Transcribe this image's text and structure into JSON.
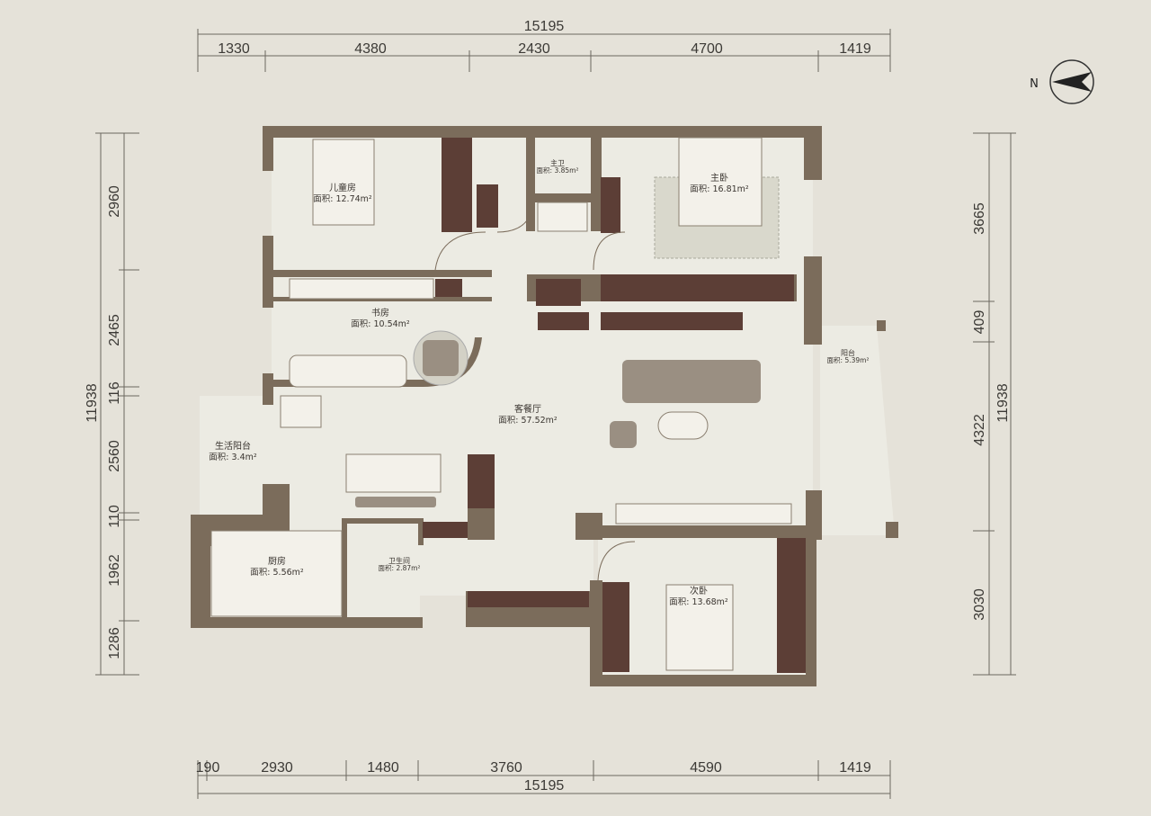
{
  "dimensions": {
    "top_total": "15195",
    "top": [
      "1330",
      "4380",
      "2430",
      "4700",
      "1419"
    ],
    "bottom_total": "15195",
    "bottom": [
      "190",
      "2930",
      "1480",
      "3760",
      "4590",
      "1419"
    ],
    "left_total": "11938",
    "left": [
      "2960",
      "2465",
      "116",
      "2560",
      "110",
      "1962",
      "1286"
    ],
    "right_total": "11938",
    "right": [
      "3665",
      "409",
      "4322",
      "3030"
    ]
  },
  "compass": {
    "label": "N"
  },
  "rooms": [
    {
      "name": "儿童房",
      "area": "面积: 12.74m²"
    },
    {
      "name": "主卫",
      "area": "面积: 3.85m²"
    },
    {
      "name": "主卧",
      "area": "面积: 16.81m²"
    },
    {
      "name": "书房",
      "area": "面积: 10.54m²"
    },
    {
      "name": "阳台",
      "area": "面积: 5.39m²"
    },
    {
      "name": "客餐厅",
      "area": "面积: 57.52m²"
    },
    {
      "name": "生活阳台",
      "area": "面积: 3.4m²"
    },
    {
      "name": "厨房",
      "area": "面积: 5.56m²"
    },
    {
      "name": "卫生间",
      "area": "面积: 2.87m²"
    },
    {
      "name": "次卧",
      "area": "面积: 13.68m²"
    }
  ]
}
